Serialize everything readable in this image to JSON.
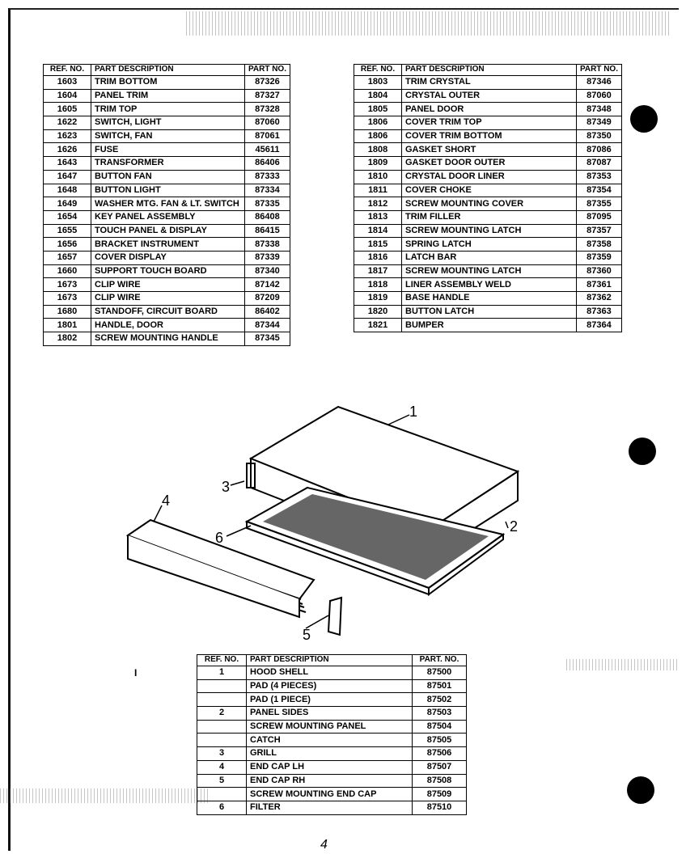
{
  "top_left_table": {
    "header": {
      "ref": "REF. NO.",
      "desc": "PART DESCRIPTION",
      "part": "PART NO."
    },
    "rows": [
      {
        "ref": "1603",
        "desc": "TRIM BOTTOM",
        "part": "87326"
      },
      {
        "ref": "1604",
        "desc": "PANEL TRIM",
        "part": "87327"
      },
      {
        "ref": "1605",
        "desc": "TRIM TOP",
        "part": "87328"
      },
      {
        "ref": "1622",
        "desc": "SWITCH, LIGHT",
        "part": "87060"
      },
      {
        "ref": "1623",
        "desc": "SWITCH, FAN",
        "part": "87061"
      },
      {
        "ref": "1626",
        "desc": "FUSE",
        "part": "45611"
      },
      {
        "ref": "1643",
        "desc": "TRANSFORMER",
        "part": "86406"
      },
      {
        "ref": "1647",
        "desc": "BUTTON FAN",
        "part": "87333"
      },
      {
        "ref": "1648",
        "desc": "BUTTON LIGHT",
        "part": "87334"
      },
      {
        "ref": "1649",
        "desc": "WASHER MTG. FAN & LT. SWITCH",
        "part": "87335"
      },
      {
        "ref": "1654",
        "desc": "KEY PANEL ASSEMBLY",
        "part": "86408"
      },
      {
        "ref": "1655",
        "desc": "TOUCH PANEL & DISPLAY",
        "part": "86415"
      },
      {
        "ref": "1656",
        "desc": "BRACKET INSTRUMENT",
        "part": "87338"
      },
      {
        "ref": "1657",
        "desc": "COVER DISPLAY",
        "part": "87339"
      },
      {
        "ref": "1660",
        "desc": "SUPPORT TOUCH BOARD",
        "part": "87340"
      },
      {
        "ref": "1673",
        "desc": "CLIP WIRE",
        "part": "87142"
      },
      {
        "ref": "1673",
        "desc": "CLIP WIRE",
        "part": "87209"
      },
      {
        "ref": "1680",
        "desc": "STANDOFF, CIRCUIT BOARD",
        "part": "86402"
      },
      {
        "ref": "1801",
        "desc": "HANDLE, DOOR",
        "part": "87344"
      },
      {
        "ref": "1802",
        "desc": "SCREW MOUNTING HANDLE",
        "part": "87345"
      }
    ]
  },
  "top_right_table": {
    "header": {
      "ref": "REF. NO.",
      "desc": "PART DESCRIPTION",
      "part": "PART NO."
    },
    "rows": [
      {
        "ref": "1803",
        "desc": "TRIM CRYSTAL",
        "part": "87346"
      },
      {
        "ref": "1804",
        "desc": "CRYSTAL OUTER",
        "part": "87060"
      },
      {
        "ref": "1805",
        "desc": "PANEL DOOR",
        "part": "87348"
      },
      {
        "ref": "1806",
        "desc": "COVER TRIM TOP",
        "part": "87349"
      },
      {
        "ref": "1806",
        "desc": "COVER TRIM BOTTOM",
        "part": "87350"
      },
      {
        "ref": "1808",
        "desc": "GASKET SHORT",
        "part": "87086"
      },
      {
        "ref": "1809",
        "desc": "GASKET DOOR OUTER",
        "part": "87087"
      },
      {
        "ref": "1810",
        "desc": "CRYSTAL DOOR LINER",
        "part": "87353"
      },
      {
        "ref": "1811",
        "desc": "COVER CHOKE",
        "part": "87354"
      },
      {
        "ref": "1812",
        "desc": "SCREW MOUNTING COVER",
        "part": "87355"
      },
      {
        "ref": "1813",
        "desc": "TRIM FILLER",
        "part": "87095"
      },
      {
        "ref": "1814",
        "desc": "SCREW MOUNTING LATCH",
        "part": "87357"
      },
      {
        "ref": "1815",
        "desc": "SPRING LATCH",
        "part": "87358"
      },
      {
        "ref": "1816",
        "desc": "LATCH BAR",
        "part": "87359"
      },
      {
        "ref": "1817",
        "desc": "SCREW MOUNTING LATCH",
        "part": "87360"
      },
      {
        "ref": "1818",
        "desc": "LINER ASSEMBLY WELD",
        "part": "87361"
      },
      {
        "ref": "1819",
        "desc": "BASE HANDLE",
        "part": "87362"
      },
      {
        "ref": "1820",
        "desc": "BUTTON LATCH",
        "part": "87363"
      },
      {
        "ref": "1821",
        "desc": "BUMPER",
        "part": "87364"
      }
    ]
  },
  "bottom_table": {
    "header": {
      "ref": "REF. NO.",
      "desc": "PART DESCRIPTION",
      "part": "PART. NO."
    },
    "rows": [
      {
        "ref": "1",
        "desc": "HOOD SHELL",
        "part": "87500"
      },
      {
        "ref": "",
        "desc": "PAD (4 PIECES)",
        "part": "87501"
      },
      {
        "ref": "",
        "desc": "PAD (1 PIECE)",
        "part": "87502"
      },
      {
        "ref": "2",
        "desc": "PANEL SIDES",
        "part": "87503"
      },
      {
        "ref": "",
        "desc": "SCREW MOUNTING PANEL",
        "part": "87504"
      },
      {
        "ref": "",
        "desc": "CATCH",
        "part": "87505"
      },
      {
        "ref": "3",
        "desc": "GRILL",
        "part": "87506"
      },
      {
        "ref": "4",
        "desc": "END CAP LH",
        "part": "87507"
      },
      {
        "ref": "5",
        "desc": "END CAP RH",
        "part": "87508"
      },
      {
        "ref": "",
        "desc": "SCREW MOUNTING END CAP",
        "part": "87509"
      },
      {
        "ref": "6",
        "desc": "FILTER",
        "part": "87510"
      }
    ]
  },
  "diagram": {
    "callouts": [
      "1",
      "2",
      "3",
      "4",
      "5",
      "6"
    ]
  },
  "page_marks": {
    "stray_mark": "I",
    "bottom_mark": "4"
  }
}
